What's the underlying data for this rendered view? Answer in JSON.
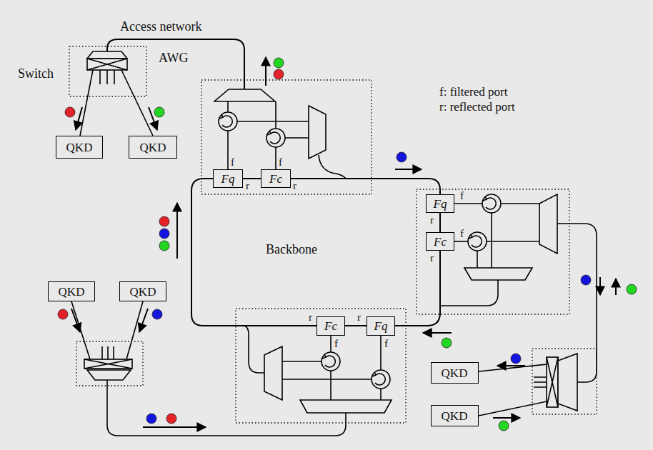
{
  "diagram": {
    "nodes": [
      {
        "text": [
          "QKD"
        ]
      },
      {
        "text": [
          "QKD"
        ]
      },
      {
        "text": [
          "Fq"
        ]
      },
      {
        "text": [
          "Fc"
        ]
      },
      {
        "text": [
          "Fq"
        ]
      },
      {
        "text": [
          "Fc"
        ]
      },
      {
        "text": [
          "QKD"
        ]
      },
      {
        "text": [
          "QKD"
        ]
      },
      {
        "text": [
          "Fc"
        ]
      },
      {
        "text": [
          "Fq"
        ]
      },
      {
        "text": [
          "QKD"
        ]
      },
      {
        "text": [
          "QKD"
        ]
      }
    ],
    "edges": [
      {
        "from": 2,
        "to": 3,
        "arrow": "none"
      },
      {
        "from": 4,
        "to": 5,
        "arrow": "none"
      },
      {
        "from": 8,
        "to": 9,
        "arrow": "none"
      }
    ],
    "labels": [
      "Access network",
      "Switch",
      "AWG",
      "f: filtered port",
      "r: reflected port",
      "Backbone",
      "f",
      "r",
      "f",
      "r",
      "f",
      "r",
      "f",
      "r",
      "r",
      "f",
      "r",
      "f"
    ]
  }
}
